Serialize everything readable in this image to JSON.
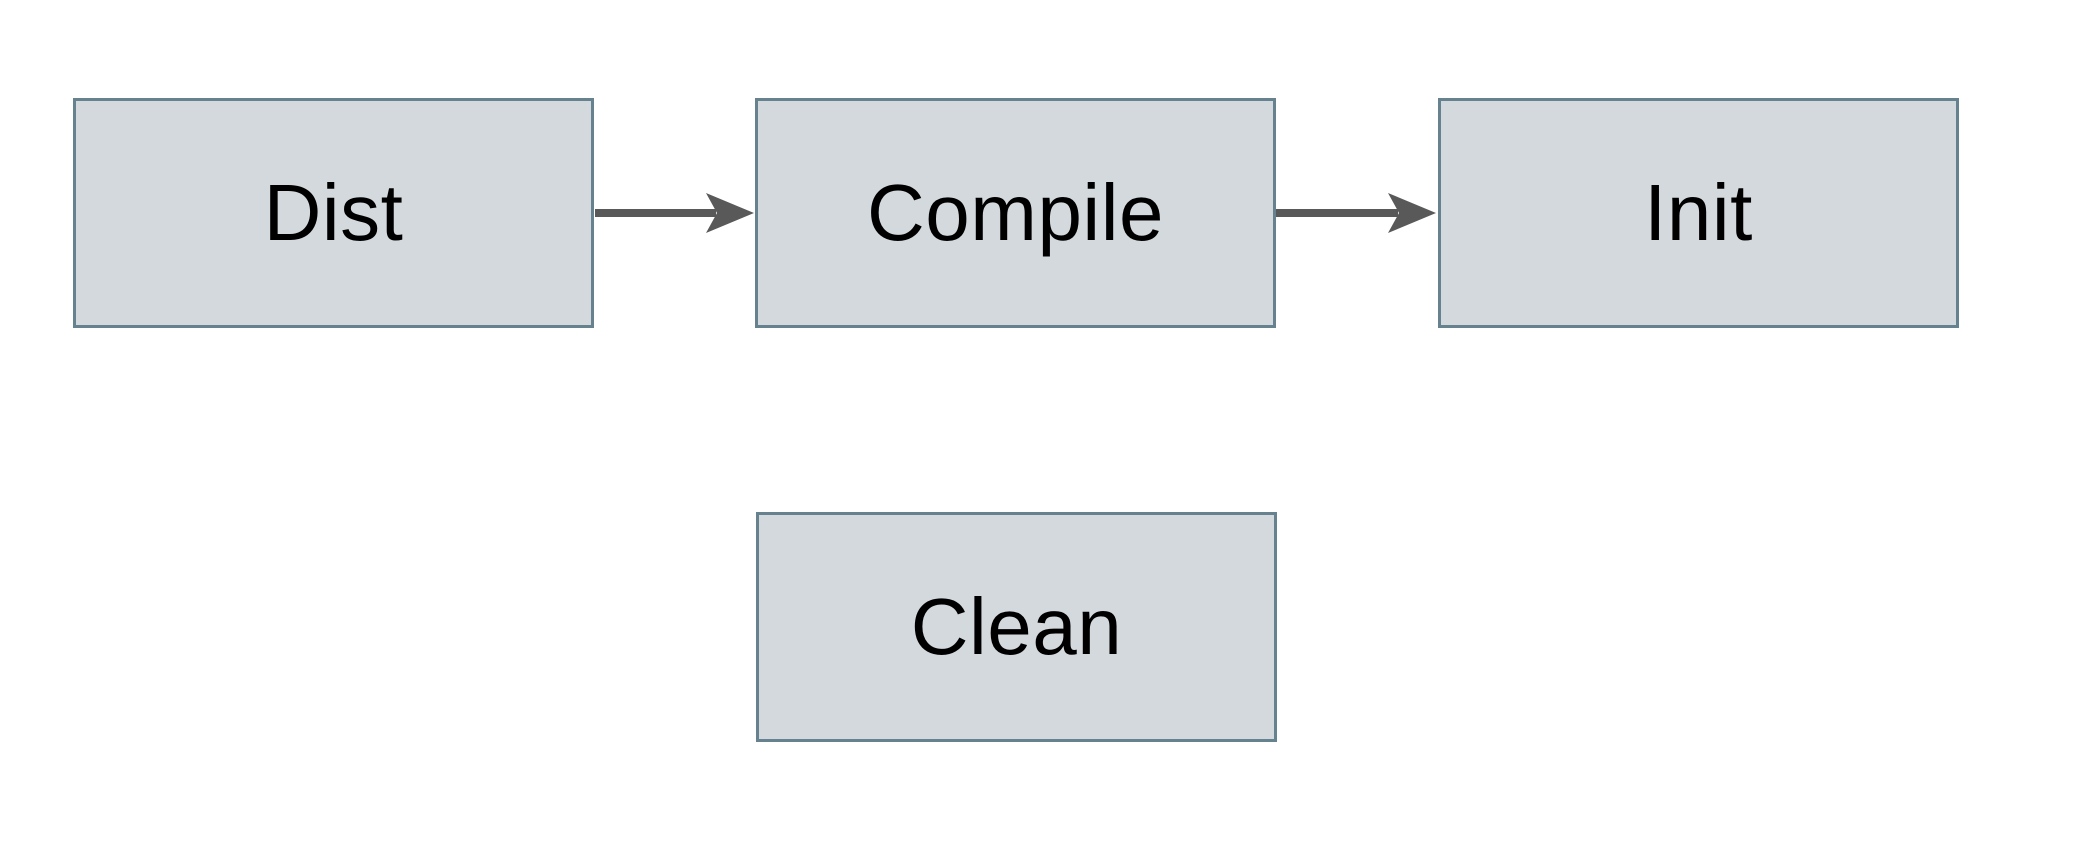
{
  "diagram": {
    "type": "flowchart",
    "background": "#ffffff",
    "nodes": [
      {
        "id": "dist",
        "label": "Dist"
      },
      {
        "id": "compile",
        "label": "Compile"
      },
      {
        "id": "init",
        "label": "Init"
      },
      {
        "id": "clean",
        "label": "Clean"
      }
    ],
    "edges": [
      {
        "from": "dist",
        "to": "compile",
        "style": "arrow"
      },
      {
        "from": "compile",
        "to": "init",
        "style": "arrow"
      }
    ],
    "colors": {
      "node_fill": "#d3d9dc",
      "node_border": "#66828f",
      "arrow": "#595959",
      "text": "#000000"
    }
  }
}
